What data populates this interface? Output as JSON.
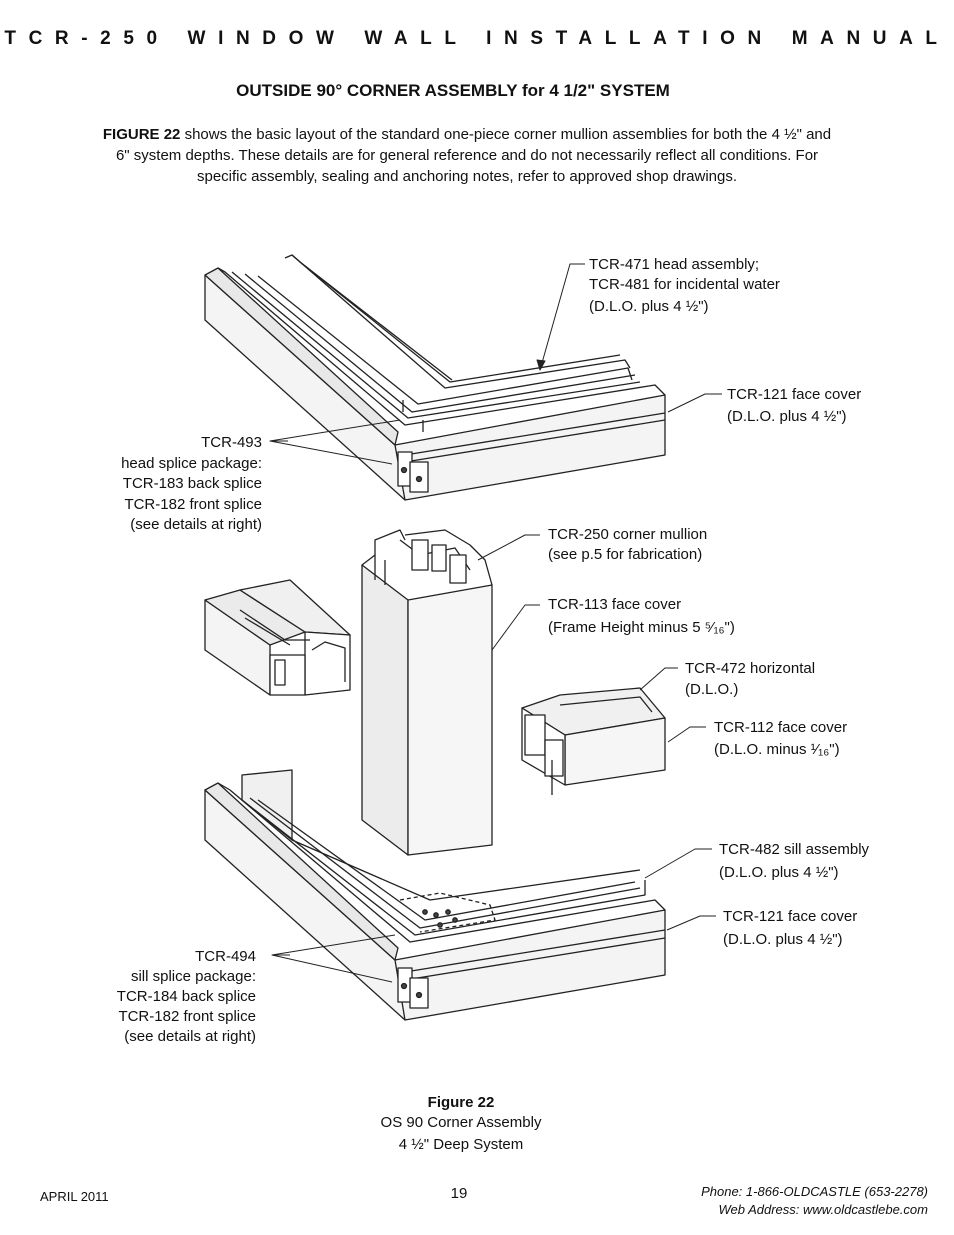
{
  "header": {
    "title": "TCR-250 WINDOW WALL INSTALLATION MANUAL"
  },
  "section": {
    "title": "OUTSIDE 90° CORNER ASSEMBLY for 4 1/2\" SYSTEM"
  },
  "intro": {
    "lead": "FIGURE 22",
    "line1": " shows the basic layout of the standard one-piece corner mullion assemblies for both the 4 ½\" and",
    "line2": "6\" system depths.  These details are for general reference and do not necessarily reflect all conditions.  For",
    "line3": "specific assembly, sealing and anchoring notes, refer to approved shop drawings."
  },
  "labels": {
    "head_assembly": [
      "TCR-471 head assembly;",
      "TCR-481 for incidental water",
      "(D.L.O. plus 4 ½\")"
    ],
    "face_cover_top": [
      "TCR-121 face cover",
      "(D.L.O. plus 4 ½\")"
    ],
    "head_splice": [
      "TCR-493",
      "head splice package:",
      "TCR-183 back splice",
      "TCR-182 front splice",
      "(see details at right)"
    ],
    "corner_mullion": [
      "TCR-250 corner mullion",
      "(see p.5 for fabrication)"
    ],
    "face_cover_113": [
      "TCR-113 face cover",
      "(Frame Height minus 5 ⁵⁄₁₆\")"
    ],
    "horizontal": [
      "TCR-472 horizontal",
      "(D.L.O.)"
    ],
    "face_cover_112": [
      "TCR-112 face cover",
      "(D.L.O. minus ¹⁄₁₆\")"
    ],
    "sill_assembly": [
      "TCR-482 sill assembly",
      "(D.L.O. plus 4 ½\")"
    ],
    "face_cover_bottom": [
      "TCR-121 face cover",
      "(D.L.O. plus 4 ½\")"
    ],
    "sill_splice": [
      "TCR-494",
      "sill splice package:",
      "TCR-184 back splice",
      "TCR-182 front splice",
      "(see details at right)"
    ]
  },
  "caption": {
    "title": "Figure 22",
    "line1": "OS 90 Corner Assembly",
    "line2": "4 ½\" Deep System"
  },
  "footer": {
    "date": "APRIL 2011",
    "page": "19",
    "phone": "Phone: 1-866-OLDCASTLE (653-2278)",
    "web": "Web Address: www.oldcastlebe.com"
  }
}
